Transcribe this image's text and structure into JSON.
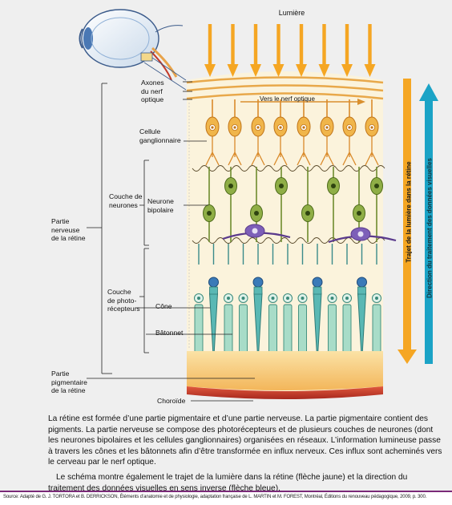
{
  "diagram": {
    "labels": {
      "lumiere": "Lumière",
      "axones": "Axones\ndu nerf\noptique",
      "vers_nerf": "Vers le nerf optique",
      "cellule_gang": "Cellule\nganglionnaire",
      "couche_neurones": "Couche de\nneurones",
      "neurone_bip": "Neurone\nbipolaire",
      "partie_nerveuse": "Partie\nnerveuse\nde la rétine",
      "couche_photo": "Couche\nde photo-\nrécepteurs",
      "cone": "Cône",
      "batonnet": "Bâtonnet",
      "partie_pigm": "Partie\npigmentaire\nde la rétine",
      "choroide": "Choroïde",
      "trajet": "Trajet de la lumière dans la rétine",
      "direction": "Direction du traitement des données visuelles"
    },
    "colors": {
      "light_arrow": "#f5a623",
      "blue_arrow": "#1ba3c6",
      "ganglion": "#f0b54a",
      "bipolar": "#6e8c2e",
      "amacrine": "#5a3a8c",
      "rod": "#a8dcc8",
      "cone": "#5ab8b4",
      "pigment": "#f7c97a",
      "choroid": "#c23a2a"
    }
  },
  "caption": {
    "p1": "La rétine est formée d’une partie pigmentaire et d’une partie nerveuse. La partie pigmentaire contient des pigments. La partie nerveuse se compose des photorécepteurs et de plusieurs couches de neurones (dont les neurones bipolaires et les cellules ganglionnaires) organisées en réseaux. L’information lumineuse passe à travers les cônes et les bâtonnets afin d’être transformée en influx nerveux. Ces influx sont acheminés vers le cerveau par le nerf optique.",
    "p2": "Le schéma montre également le trajet de la lumière dans la rétine (flèche jaune) et la direction du traitement des données visuelles en sens inverse (flèche bleue)."
  },
  "source": "Source: Adapté de G. J. TORTORA et B. DERRICKSON, Éléments d’anatomie et de physiologie, adaptation française de L. MARTIN et M. FOREST, Montréal, Éditions du renouveau pédagogique, 2009, p. 300."
}
